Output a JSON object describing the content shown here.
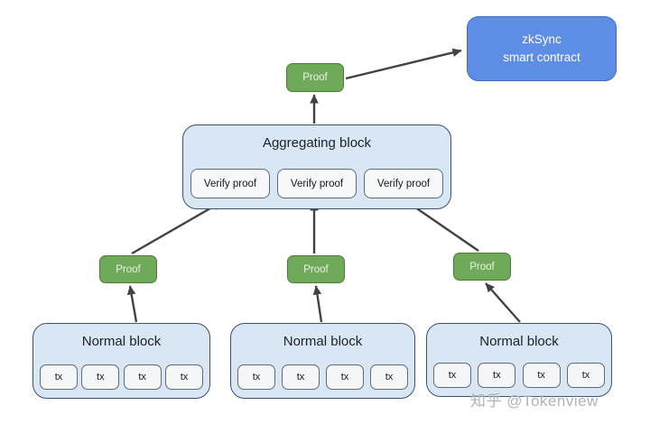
{
  "diagram": {
    "title_hint": "zkSync rollup proof aggregation diagram",
    "watermark": "知乎 @Tokenview",
    "colors": {
      "background": "#ffffff",
      "block_fill": "#d9e6f4",
      "block_border": "#3f5166",
      "proof_fill": "#6fa95a",
      "proof_border": "#4a7d33",
      "contract_fill": "#5e8de5",
      "contract_border": "#3f6ac4",
      "chip_fill": "#f6f7f8",
      "chip_border": "#5f6b76",
      "arrow": "#3f4347",
      "watermark_gray": "#a4adb4"
    },
    "contract": {
      "line1": "zkSync",
      "line2": "smart contract"
    },
    "top_proof": {
      "label": "Proof"
    },
    "aggregating_block": {
      "title": "Aggregating block",
      "verify_chips": [
        "Verify proof",
        "Verify proof",
        "Verify proof"
      ]
    },
    "proofs": [
      "Proof",
      "Proof",
      "Proof"
    ],
    "normal_blocks": [
      {
        "title": "Normal block",
        "txs": [
          "tx",
          "tx",
          "tx",
          "tx"
        ]
      },
      {
        "title": "Normal block",
        "txs": [
          "tx",
          "tx",
          "tx",
          "tx"
        ]
      },
      {
        "title": "Normal block",
        "txs": [
          "tx",
          "tx",
          "tx",
          "tx"
        ]
      }
    ],
    "edges": [
      {
        "from": "normal-block-1",
        "to": "proof-1"
      },
      {
        "from": "normal-block-2",
        "to": "proof-2"
      },
      {
        "from": "normal-block-3",
        "to": "proof-3"
      },
      {
        "from": "proof-1",
        "to": "verify-proof-1"
      },
      {
        "from": "proof-2",
        "to": "verify-proof-2"
      },
      {
        "from": "proof-3",
        "to": "verify-proof-3"
      },
      {
        "from": "aggregating-block",
        "to": "top-proof"
      },
      {
        "from": "top-proof",
        "to": "zksync-smart-contract"
      }
    ]
  }
}
